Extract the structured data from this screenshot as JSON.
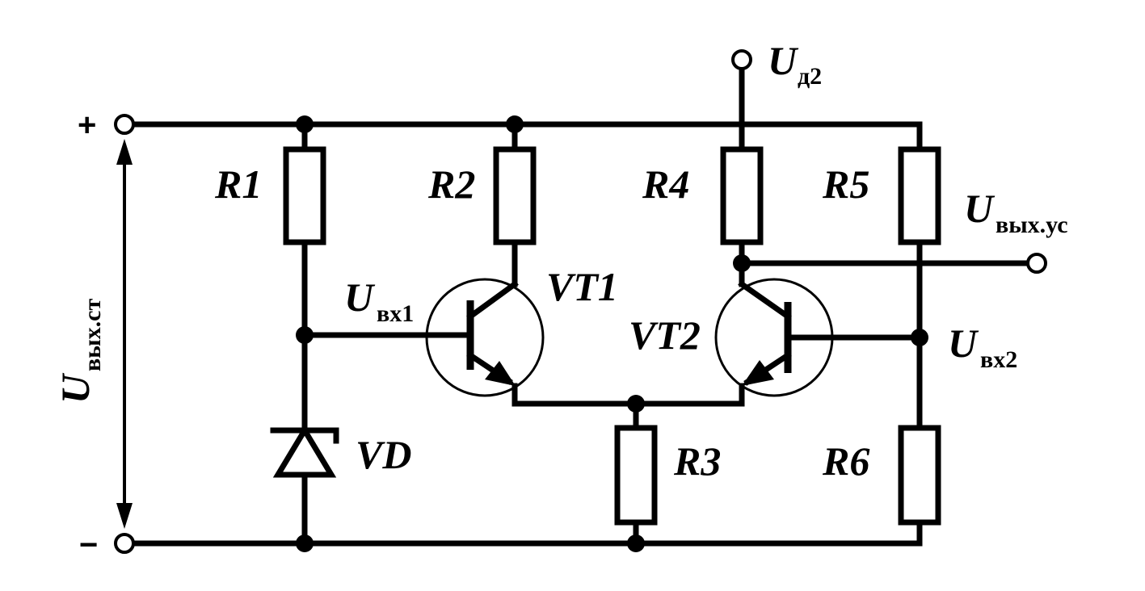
{
  "terminals": {
    "plus": "+",
    "minus": "−"
  },
  "resistors": {
    "r1": "R1",
    "r2": "R2",
    "r3": "R3",
    "r4": "R4",
    "r5": "R5",
    "r6": "R6"
  },
  "transistors": {
    "vt1": "VT1",
    "vt2": "VT2"
  },
  "diode": "VD",
  "voltages": {
    "u_symbol": "U",
    "ud2_sub": "д2",
    "uvyx_us_sub": "вых.ус",
    "uvx1_sub": "вх1",
    "uvx2_sub": "вх2",
    "uvyx_st_sub": "вых.ст"
  }
}
